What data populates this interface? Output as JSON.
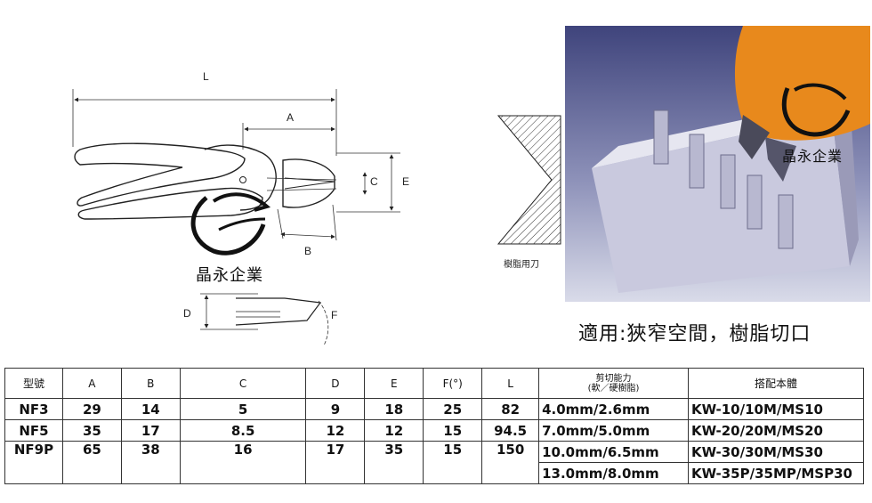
{
  "drawing": {
    "dims": {
      "L": "L",
      "A": "A",
      "B": "B",
      "C": "C",
      "E": "E",
      "D": "D",
      "F": "F"
    },
    "brand": "晶永企業"
  },
  "blade": {
    "label": "樹脂用刀"
  },
  "render": {
    "brand": "晶永企業"
  },
  "caption": "適用:狹窄空間，樹脂切口",
  "table": {
    "headers": [
      "型號",
      "A",
      "B",
      "C",
      "D",
      "E",
      "F(°)",
      "L"
    ],
    "header_cut": {
      "line1": "剪切能力",
      "line2": "(軟／硬樹脂)"
    },
    "header_body": "搭配本體",
    "rows": [
      {
        "model": "NF3",
        "a": "29",
        "b": "14",
        "c": "5",
        "d": "9",
        "e": "18",
        "f": "25",
        "l": "82",
        "cut": "4.0mm/2.6mm",
        "body": "KW-10/10M/MS10"
      },
      {
        "model": "NF5",
        "a": "35",
        "b": "17",
        "c": "8.5",
        "d": "12",
        "e": "12",
        "f": "15",
        "l": "94.5",
        "cut": "7.0mm/5.0mm",
        "body": "KW-20/20M/MS20"
      },
      {
        "model": "NF9P",
        "a": "65",
        "b": "38",
        "c": "16",
        "d": "17",
        "e": "35",
        "f": "15",
        "l": "150",
        "cut": "10.0mm/6.5mm",
        "body": "KW-30/30M/MS30"
      },
      {
        "cut": "13.0mm/8.0mm",
        "body": "KW-35P/35MP/MSP30"
      }
    ]
  }
}
